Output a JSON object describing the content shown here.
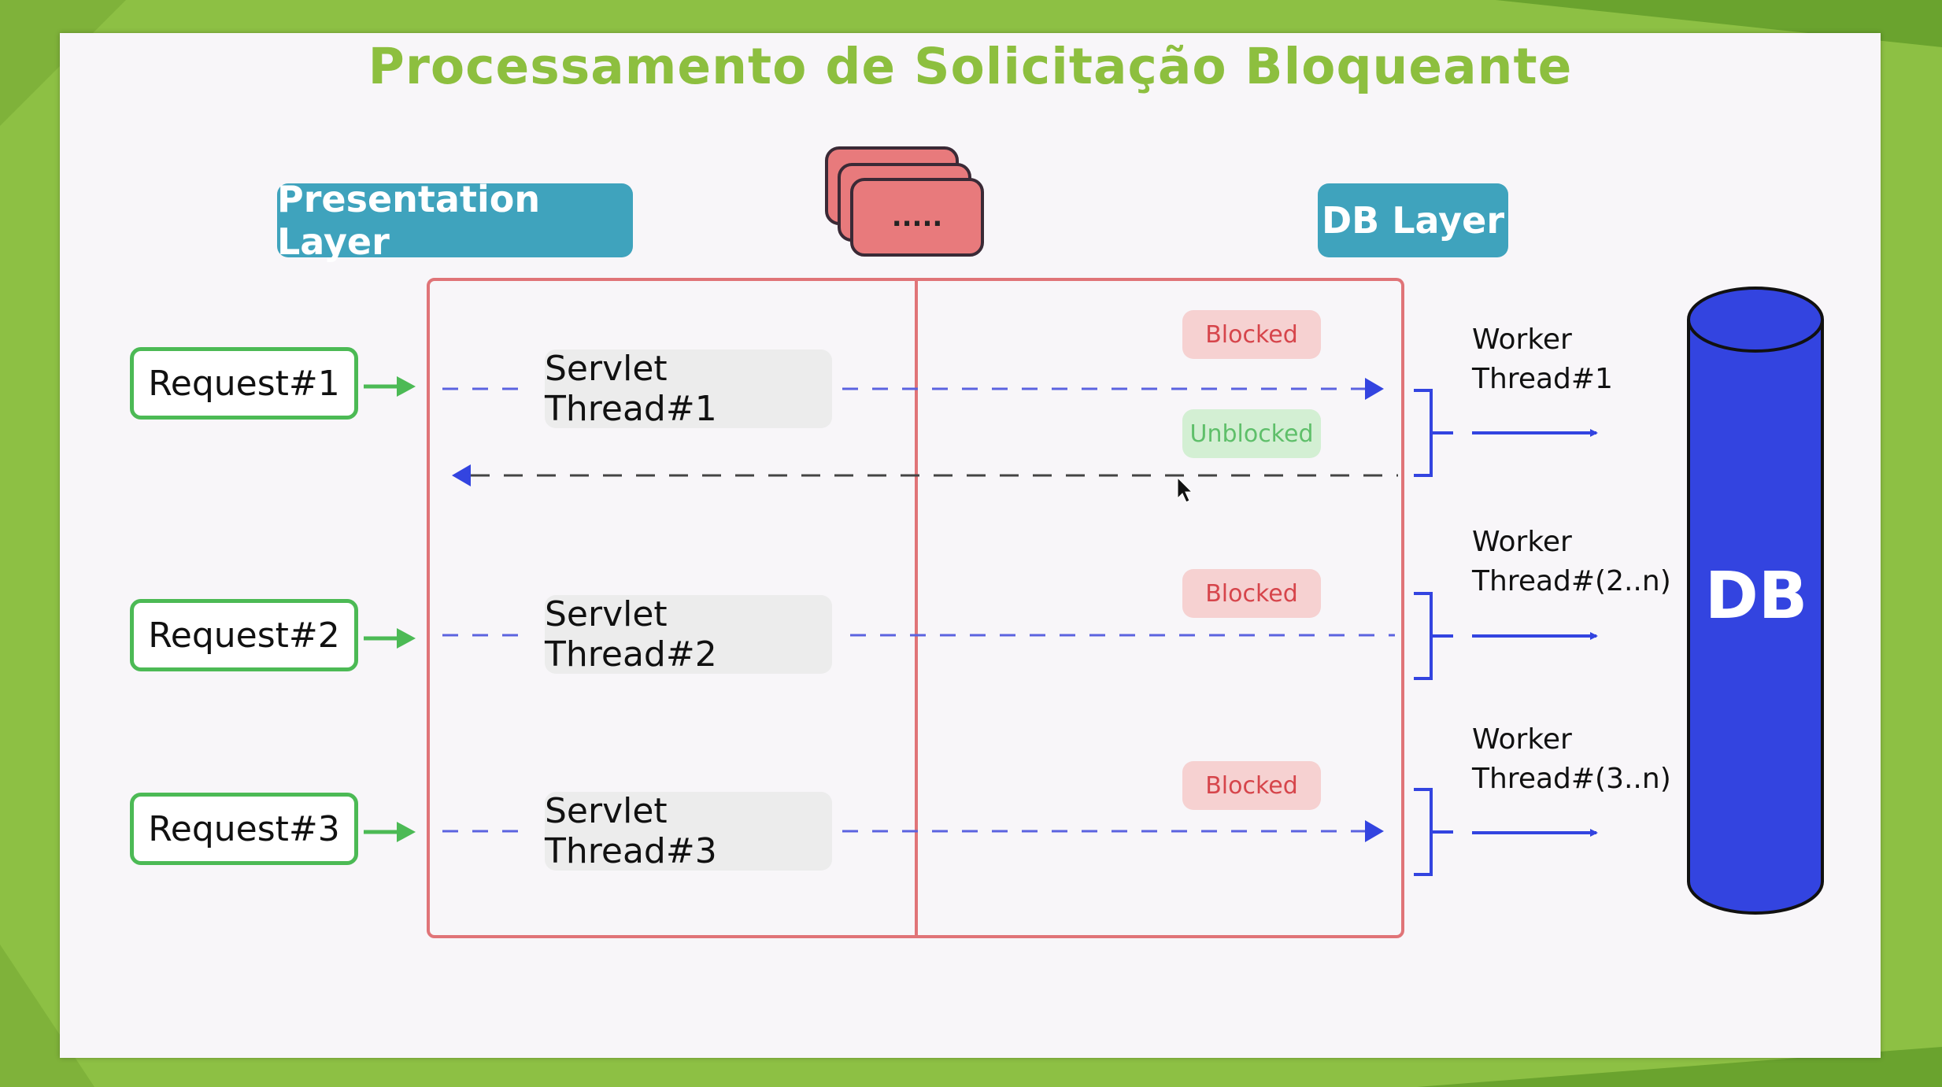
{
  "title": "Processamento de Solicitação Bloqueante",
  "layers": {
    "presentation": "Presentation Layer",
    "db": "DB Layer"
  },
  "stack_label": ".....",
  "requests": [
    "Request#1",
    "Request#2",
    "Request#3"
  ],
  "servlet_threads": [
    "Servlet Thread#1",
    "Servlet Thread#2",
    "Servlet Thread#3"
  ],
  "badges": {
    "blocked": "Blocked",
    "unblocked": "Unblocked"
  },
  "workers": [
    {
      "line1": "Worker",
      "line2": "Thread#1"
    },
    {
      "line1": "Worker",
      "line2": "Thread#(2..n)"
    },
    {
      "line1": "Worker",
      "line2": "Thread#(3..n)"
    }
  ],
  "db_label": "DB",
  "colors": {
    "title": "#8dbf3f",
    "layer_tag": "#3fa3bd",
    "request_border": "#4cba55",
    "flow_dashed": "#5b63e0",
    "thread_box_border": "#e07478",
    "db_cylinder": "#3344e0",
    "blocked": "#d6454b",
    "unblocked": "#5fbf6a"
  }
}
